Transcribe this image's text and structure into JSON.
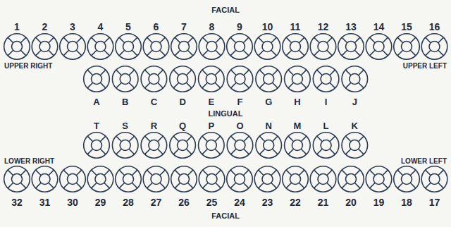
{
  "diagram": {
    "labels": [
      "FACIAL",
      "1",
      "2",
      "3",
      "4",
      "5",
      "6",
      "7",
      "8",
      "9",
      "10",
      "11",
      "12",
      "13",
      "14",
      "15",
      "16",
      "UPPER RIGHT",
      "UPPER LEFT",
      "A",
      "B",
      "C",
      "D",
      "E",
      "F",
      "G",
      "H",
      "I",
      "J",
      "LINGUAL",
      "T",
      "S",
      "R",
      "Q",
      "P",
      "O",
      "N",
      "M",
      "L",
      "K",
      "LOWER RIGHT",
      "LOWER LEFT",
      "32",
      "31",
      "30",
      "29",
      "28",
      "27",
      "26",
      "25",
      "24",
      "23",
      "22",
      "21",
      "20",
      "19",
      "18",
      "17",
      "FACIAL"
    ]
  }
}
